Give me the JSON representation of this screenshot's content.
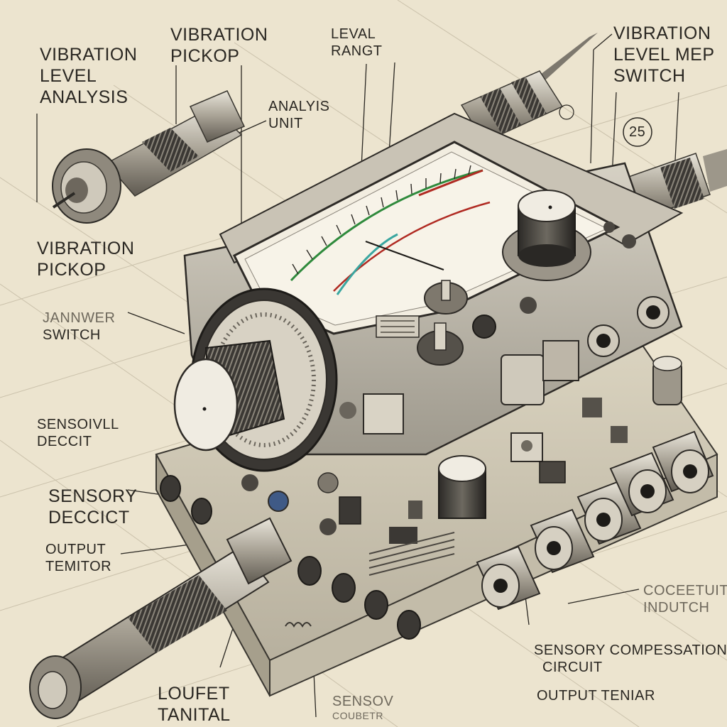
{
  "labels": {
    "vibration_level_analysis": [
      "VIBRATION",
      "LEVEL",
      "ANALYSIS"
    ],
    "vibration_pickop_top": [
      "VIBRATION",
      "PICKOP"
    ],
    "leval_rangt": [
      "LEVAL",
      "RANGT"
    ],
    "analyis_unit": [
      "ANALYIS",
      "UNIT"
    ],
    "vibration_level_mep_switch": [
      "VIBRATION",
      "LEVEL MEP",
      "SWITCH"
    ],
    "vibration_pickop_left": [
      "VIBRATION",
      "PICKOP"
    ],
    "jannwer_switch": [
      "JANNWER",
      "SWITCH"
    ],
    "sensoivll_deccit": [
      "SENSOIVLL",
      "DECCIT"
    ],
    "sensory_deccict": [
      "SENSORY",
      "DECCICT"
    ],
    "output_temitor": [
      "OUTPUT",
      "TEMITOR"
    ],
    "coceetuit_indutch": [
      "COCEETUIT",
      "INDUTCH"
    ],
    "sensory_compessation_circuit": [
      "SENSORY COMPESSATION",
      "CIRCUIT"
    ],
    "output_teniar": [
      "OUTPUT TENIAR"
    ],
    "loufet_tanital": [
      "LOUFET",
      "TANITAL"
    ],
    "sensov_coubetr": [
      "SENSOV",
      "COUBETR"
    ],
    "part_number": "25"
  },
  "colors": {
    "paper": "#ece4cf",
    "ink": "#2a2722",
    "metal": "#b9b3a6",
    "metal_dark": "#5c574e",
    "scale_green": "#2f8a3c",
    "scale_red": "#b02a22",
    "scale_teal": "#3aa6a0"
  }
}
